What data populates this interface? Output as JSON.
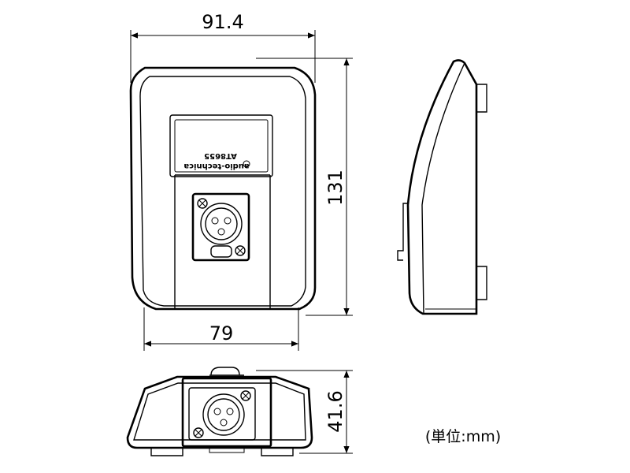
{
  "dimensions": {
    "top_width": "91.4",
    "height": "131",
    "bottom_width": "79",
    "depth": "41.6"
  },
  "unit_note": "(単位:mm)",
  "product": {
    "model": "AT8655",
    "brand": "audio-technica"
  }
}
